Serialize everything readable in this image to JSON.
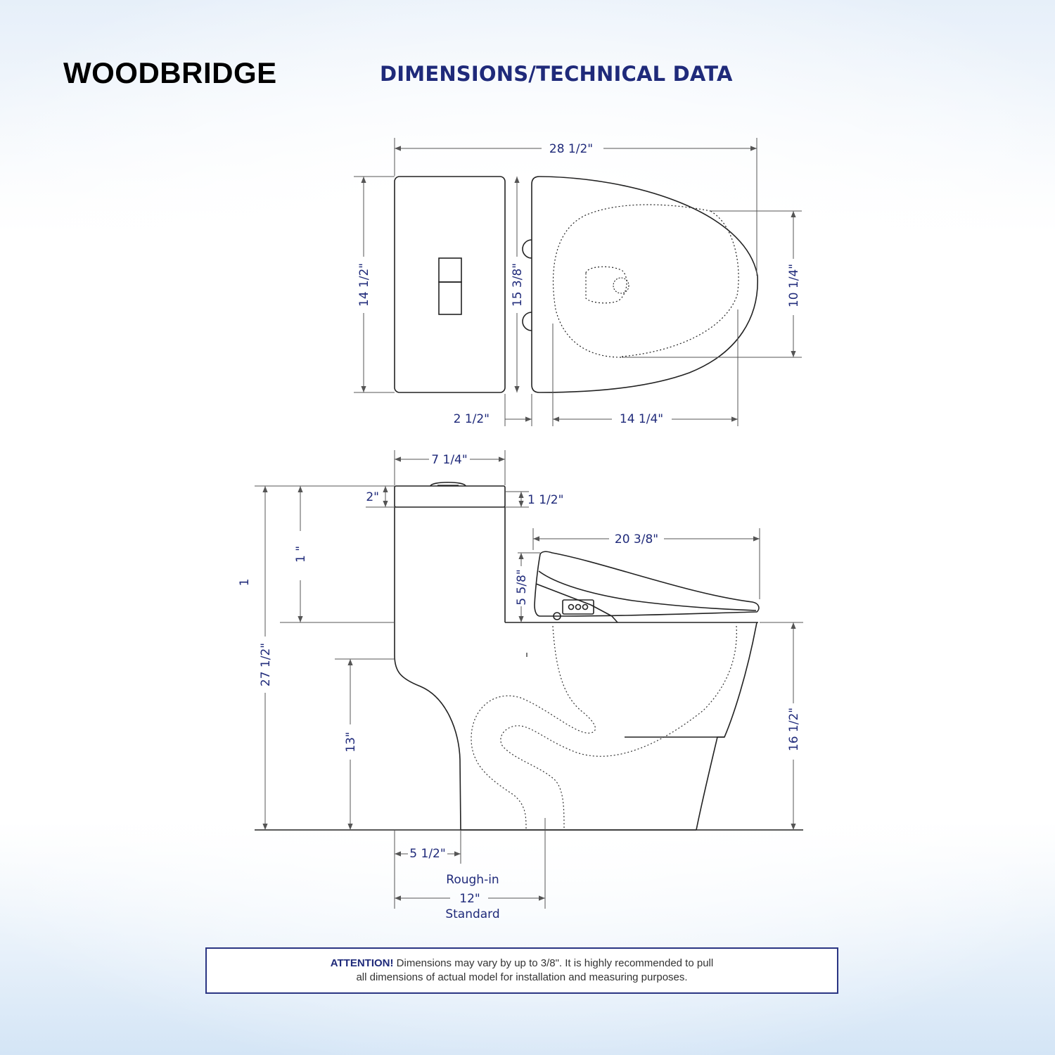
{
  "brand": "WOODBRIDGE",
  "heading": "DIMENSIONS/TECHNICAL DATA",
  "dimensions": {
    "overall_length": "28 1/2\"",
    "tank_depth": "14 1/2\"",
    "seat_width": "15 3/8\"",
    "bowl_opening_width": "10 1/4\"",
    "tank_gap": "2 1/2\"",
    "bowl_length": "14 1/4\"",
    "tank_width": "7 1/4\"",
    "lid_height": "2\"",
    "lid_step": "1 1/2\"",
    "seat_length": "20  3/8\"",
    "tank_above_seat": "1 \"",
    "left_marker": "1",
    "seat_height": "5 5/8\"",
    "overall_height": "27 1/2\"",
    "outlet_height": "13\"",
    "bowl_height": "16 1/2\"",
    "base_offset": "5 1/2\"",
    "rough_in_top": "Rough-in",
    "rough_in_value": "12\"",
    "rough_in_bottom": "Standard"
  },
  "attention": {
    "lead": "ATTENTION!",
    "text_line1": " Dimensions may vary by up to 3/8\". It is highly recommended to pull",
    "text_line2": "all dimensions of actual model for installation and measuring purposes."
  },
  "colors": {
    "heading": "#1f2a7a",
    "line": "#222222",
    "dimension": "#555555",
    "frame": "#2a3583"
  }
}
